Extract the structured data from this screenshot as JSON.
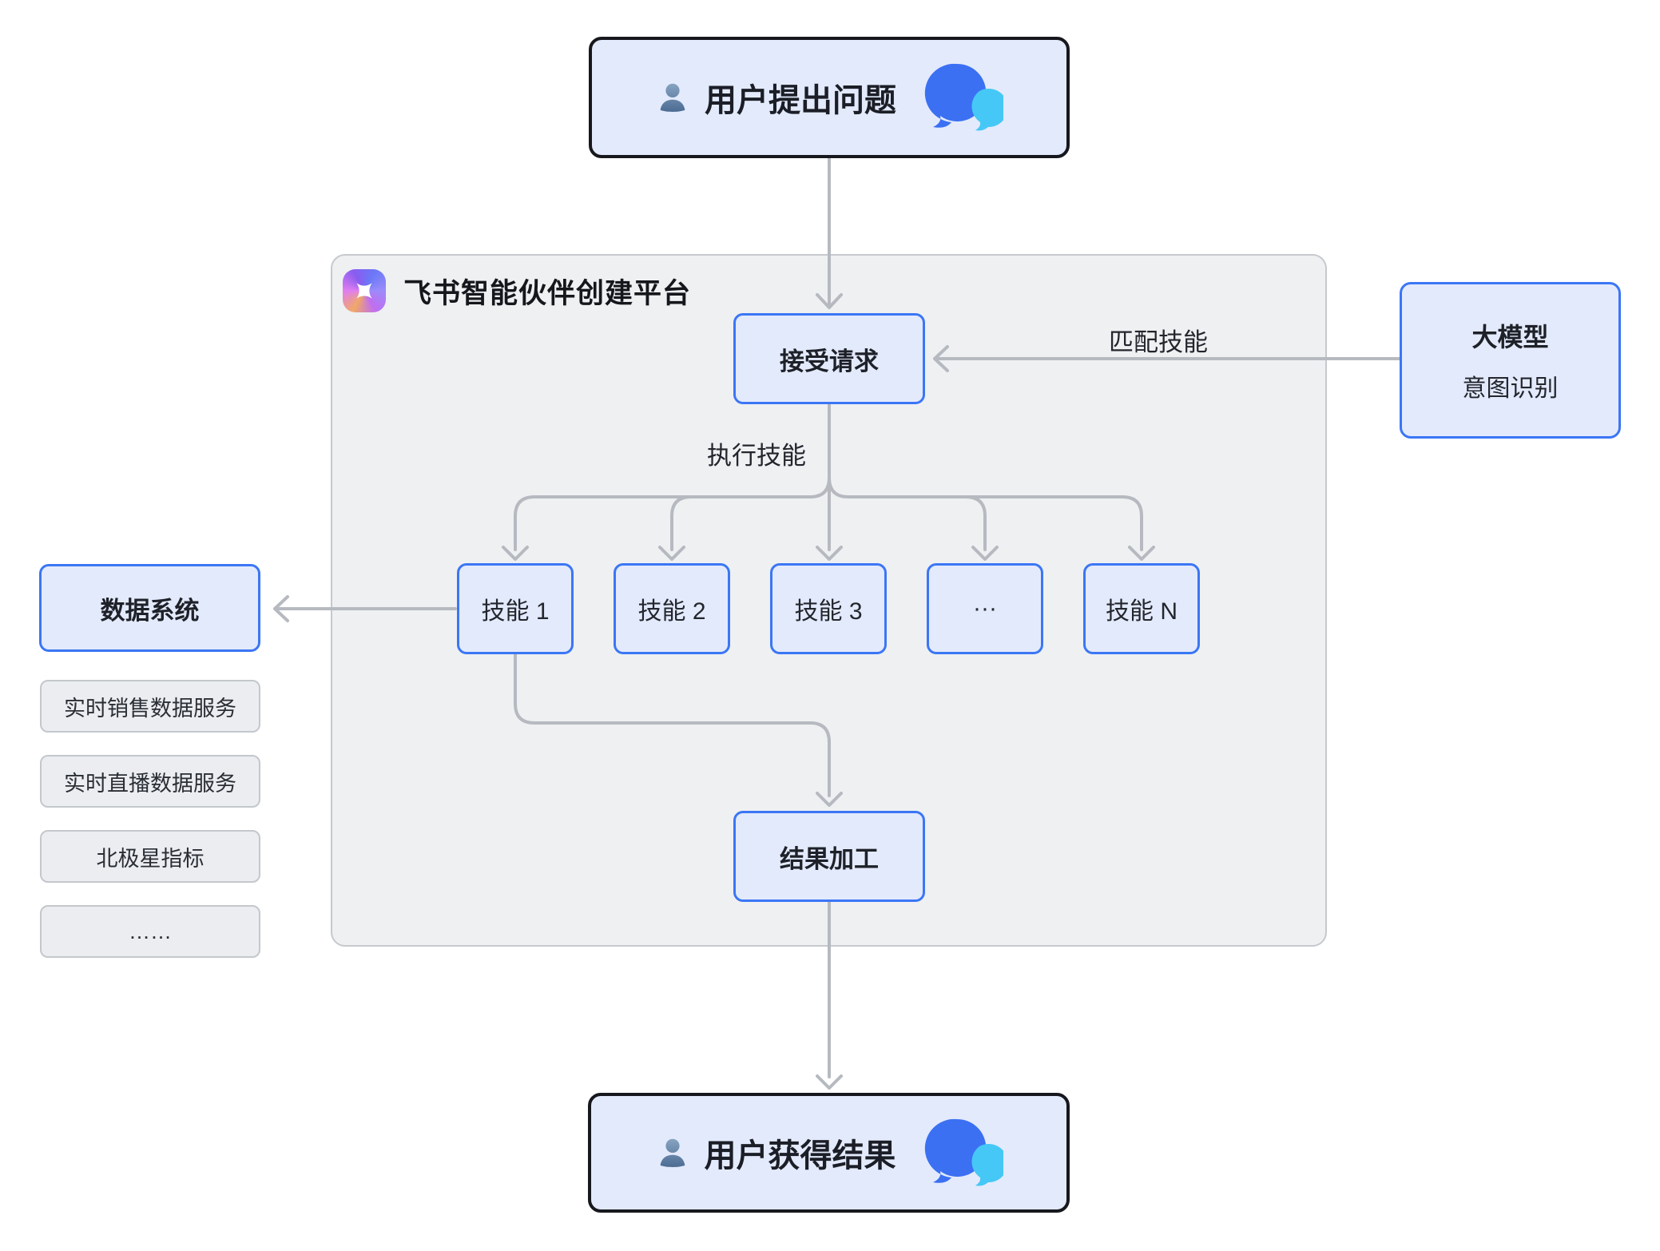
{
  "diagram": {
    "top_node": {
      "label": "用户提出问题"
    },
    "bottom_node": {
      "label": "用户获得结果"
    },
    "platform": {
      "title": "飞书智能伙伴创建平台",
      "accept_node": {
        "label": "接受请求"
      },
      "skills": [
        {
          "label": "技能 1"
        },
        {
          "label": "技能 2"
        },
        {
          "label": "技能 3"
        },
        {
          "label": "···"
        },
        {
          "label": "技能 N"
        }
      ],
      "result_node": {
        "label": "结果加工"
      }
    },
    "model_node": {
      "title": "大模型",
      "subtitle": "意图识别"
    },
    "data_system_node": {
      "label": "数据系统"
    },
    "data_services": [
      {
        "label": "实时销售数据服务"
      },
      {
        "label": "实时直播数据服务"
      },
      {
        "label": "北极星指标"
      },
      {
        "label": "……"
      }
    ],
    "edge_labels": {
      "match_skill": "匹配技能",
      "execute_skill": "执行技能"
    },
    "icons": {
      "user": "person-icon",
      "chat": "chat-bubbles-icon",
      "platform": "platform-logo-icon"
    },
    "colors": {
      "node_fill": "#e3eafc",
      "blue_border": "#3b76f5",
      "dark_border": "#16181d",
      "container_fill": "#eef0f2",
      "container_border": "#c6c9cd",
      "gray_node_fill": "#ebedf0",
      "arrow": "#b6bac0",
      "chat_blue": "#3b70f2",
      "chat_cyan": "#45c8f5"
    }
  }
}
